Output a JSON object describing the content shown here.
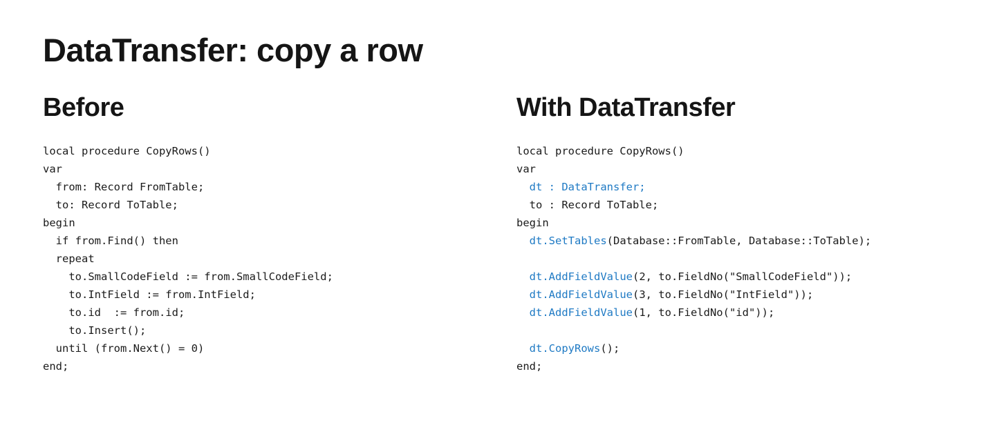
{
  "title": "DataTransfer: copy a row",
  "colors": {
    "background": "#ffffff",
    "heading_text": "#151515",
    "code_text": "#1b1b1b",
    "accent_blue": "#1f7ac4"
  },
  "before": {
    "heading": "Before",
    "lines": [
      [
        {
          "t": "local procedure CopyRows()",
          "blue": false
        }
      ],
      [
        {
          "t": "var",
          "blue": false
        }
      ],
      [
        {
          "t": "  from: Record FromTable;",
          "blue": false
        }
      ],
      [
        {
          "t": "  to: Record ToTable;",
          "blue": false
        }
      ],
      [
        {
          "t": "begin",
          "blue": false
        }
      ],
      [
        {
          "t": "  if from.Find() then",
          "blue": false
        }
      ],
      [
        {
          "t": "  repeat",
          "blue": false
        }
      ],
      [
        {
          "t": "    to.SmallCodeField := from.SmallCodeField;",
          "blue": false
        }
      ],
      [
        {
          "t": "    to.IntField := from.IntField;",
          "blue": false
        }
      ],
      [
        {
          "t": "    to.id  := from.id;",
          "blue": false
        }
      ],
      [
        {
          "t": "    to.Insert();",
          "blue": false
        }
      ],
      [
        {
          "t": "  until (from.Next() = 0)",
          "blue": false
        }
      ],
      [
        {
          "t": "end;",
          "blue": false
        }
      ]
    ]
  },
  "after": {
    "heading": "With DataTransfer",
    "lines": [
      [
        {
          "t": "local procedure CopyRows()",
          "blue": false
        }
      ],
      [
        {
          "t": "var",
          "blue": false
        }
      ],
      [
        {
          "t": "  ",
          "blue": false
        },
        {
          "t": "dt : DataTransfer;",
          "blue": true
        }
      ],
      [
        {
          "t": "  to : Record ToTable;",
          "blue": false
        }
      ],
      [
        {
          "t": "begin",
          "blue": false
        }
      ],
      [
        {
          "t": "  ",
          "blue": false
        },
        {
          "t": "dt.SetTables",
          "blue": true
        },
        {
          "t": "(Database::FromTable, Database::ToTable);",
          "blue": false
        }
      ],
      [],
      [
        {
          "t": "  ",
          "blue": false
        },
        {
          "t": "dt.AddFieldValue",
          "blue": true
        },
        {
          "t": "(2, to.FieldNo(\"SmallCodeField\"));",
          "blue": false
        }
      ],
      [
        {
          "t": "  ",
          "blue": false
        },
        {
          "t": "dt.AddFieldValue",
          "blue": true
        },
        {
          "t": "(3, to.FieldNo(\"IntField\"));",
          "blue": false
        }
      ],
      [
        {
          "t": "  ",
          "blue": false
        },
        {
          "t": "dt.AddFieldValue",
          "blue": true
        },
        {
          "t": "(1, to.FieldNo(\"id\"));",
          "blue": false
        }
      ],
      [],
      [
        {
          "t": "  ",
          "blue": false
        },
        {
          "t": "dt.CopyRows",
          "blue": true
        },
        {
          "t": "();",
          "blue": false
        }
      ],
      [
        {
          "t": "end;",
          "blue": false
        }
      ]
    ]
  }
}
